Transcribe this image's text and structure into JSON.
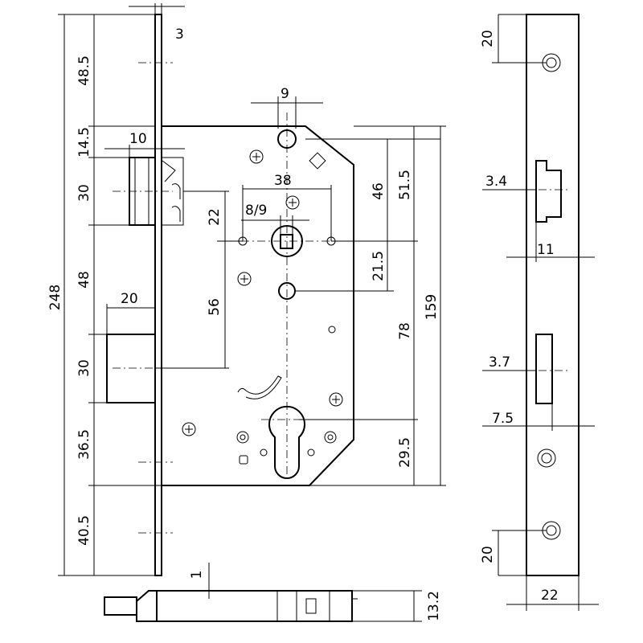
{
  "drawing": {
    "front_view": {
      "overall_height": "248",
      "faceplate_thickness": "3",
      "top_to_latch": "48.5",
      "top_to_body": "14.5",
      "latch_height": "30",
      "latch_projection": "10",
      "latch_to_bolt": "48",
      "bolt_projection": "20",
      "bolt_height": "30",
      "bolt_to_body_bottom": "36.5",
      "body_bottom_to_end": "40.5",
      "top_hole_width": "9",
      "spindle_hole_spacing": "38",
      "spindle_size": "8/9",
      "spindle_to_latch": "22",
      "spindle_to_bolt": "56",
      "top_hole_to_spindle": "46",
      "body_top_to_spindle": "51.5",
      "spindle_to_center_hole": "21.5",
      "spindle_to_cylinder": "78",
      "body_height": "159",
      "cylinder_to_body_bottom": "29.5"
    },
    "side_view": {
      "top_screw_offset": "20",
      "latch_depth": "3.4",
      "latch_width": "11",
      "bolt_depth": "3.7",
      "bolt_offset": "7.5",
      "bottom_screw_offset": "20",
      "faceplate_width": "22"
    },
    "bottom_view": {
      "plate_thickness": "1",
      "case_depth": "13.2"
    }
  }
}
